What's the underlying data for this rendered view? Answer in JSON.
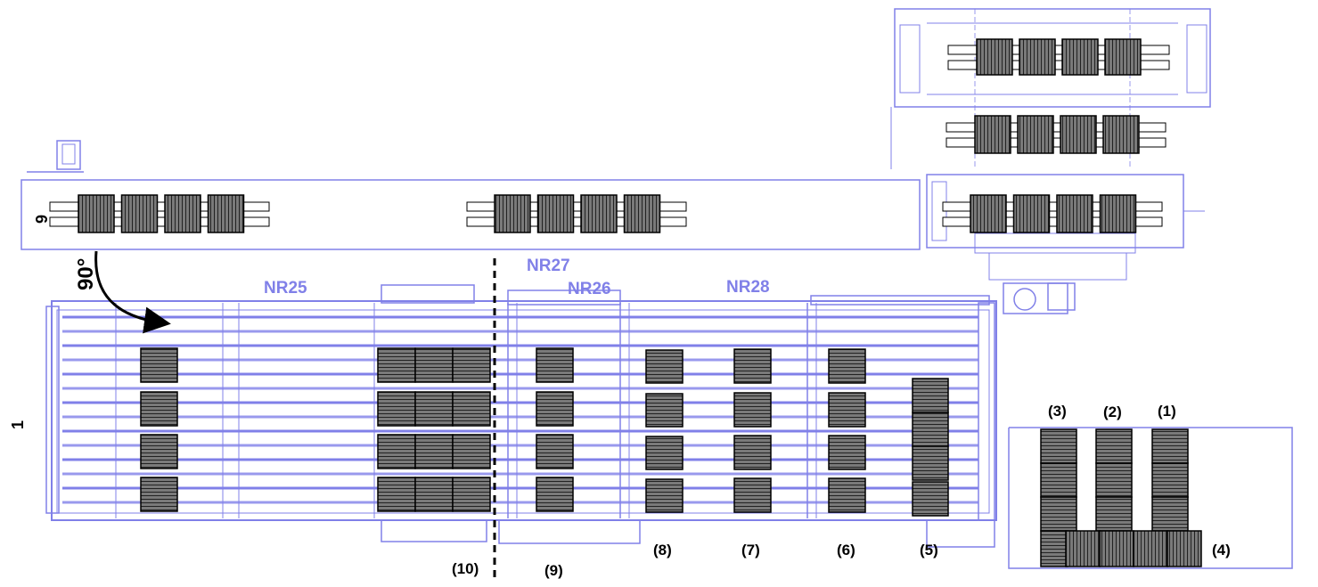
{
  "sections": {
    "nr25": "NR25",
    "nr27": "NR27",
    "nr26": "NR26",
    "nr28": "NR28"
  },
  "conveyor_labels": {
    "side_top": "6",
    "side_main": "1"
  },
  "rotation": "90°",
  "positions": {
    "p1": "(1)",
    "p2": "(2)",
    "p3": "(3)",
    "p4": "(4)",
    "p5": "(5)",
    "p6": "(6)",
    "p7": "(7)",
    "p8": "(8)",
    "p9": "(9)",
    "p10": "(10)"
  },
  "colors": {
    "machine_lines": "#8080e8",
    "pallet_fill": "#7a7a7a",
    "pallet_stripes": "#1e1e1e",
    "outline": "#000000"
  }
}
